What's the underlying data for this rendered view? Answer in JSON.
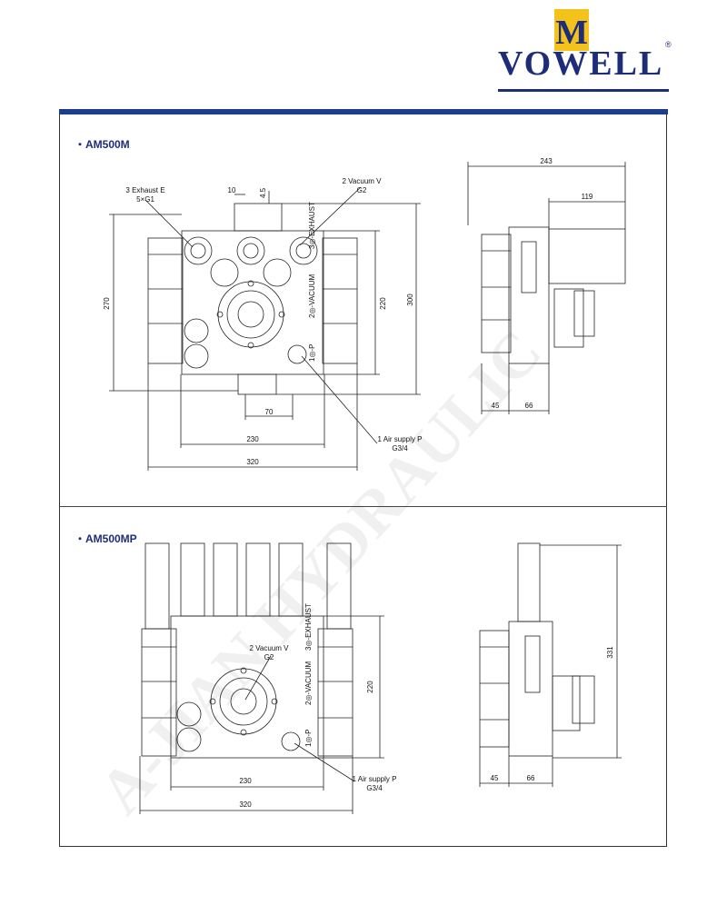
{
  "brand": {
    "name": "VOWELL",
    "mark": "M",
    "registered": "®"
  },
  "watermark": "A-JIAN HYDRAULIC",
  "colors": {
    "brand_blue": "#1d2d7a",
    "bar_blue": "#1d3e8c",
    "mark_yellow": "#f3c21b"
  },
  "sections": [
    {
      "title": "・AM500M",
      "labels": {
        "exhaust_line1": "3 Exhaust E",
        "exhaust_line2": "5×G1",
        "vacuum_line1": "2 Vacuum V",
        "vacuum_line2": "G2",
        "air_line1": "1 Air supply P",
        "air_line2": "G3/4",
        "port_exhaust": "3◎-EXHAUST",
        "port_vacuum": "2◎-VACUUM",
        "port_p": "1◎-P"
      },
      "dimensions": {
        "d10": "10",
        "d45": "4.5",
        "d270": "270",
        "d220": "220",
        "d300": "300",
        "d70": "70",
        "d230": "230",
        "d320": "320",
        "d243": "243",
        "d119": "119",
        "d45s": "45",
        "d66": "66"
      }
    },
    {
      "title": "・AM500MP",
      "labels": {
        "vacuum_line1": "2 Vacuum V",
        "vacuum_line2": "G2",
        "air_line1": "1 Air supply P",
        "air_line2": "G3/4",
        "port_exhaust": "3◎-EXHAUST",
        "port_vacuum": "2◎-VACUUM",
        "port_p": "1◎-P"
      },
      "dimensions": {
        "d220": "220",
        "d230": "230",
        "d320": "320",
        "d331": "331",
        "d45s": "45",
        "d66": "66"
      }
    }
  ]
}
